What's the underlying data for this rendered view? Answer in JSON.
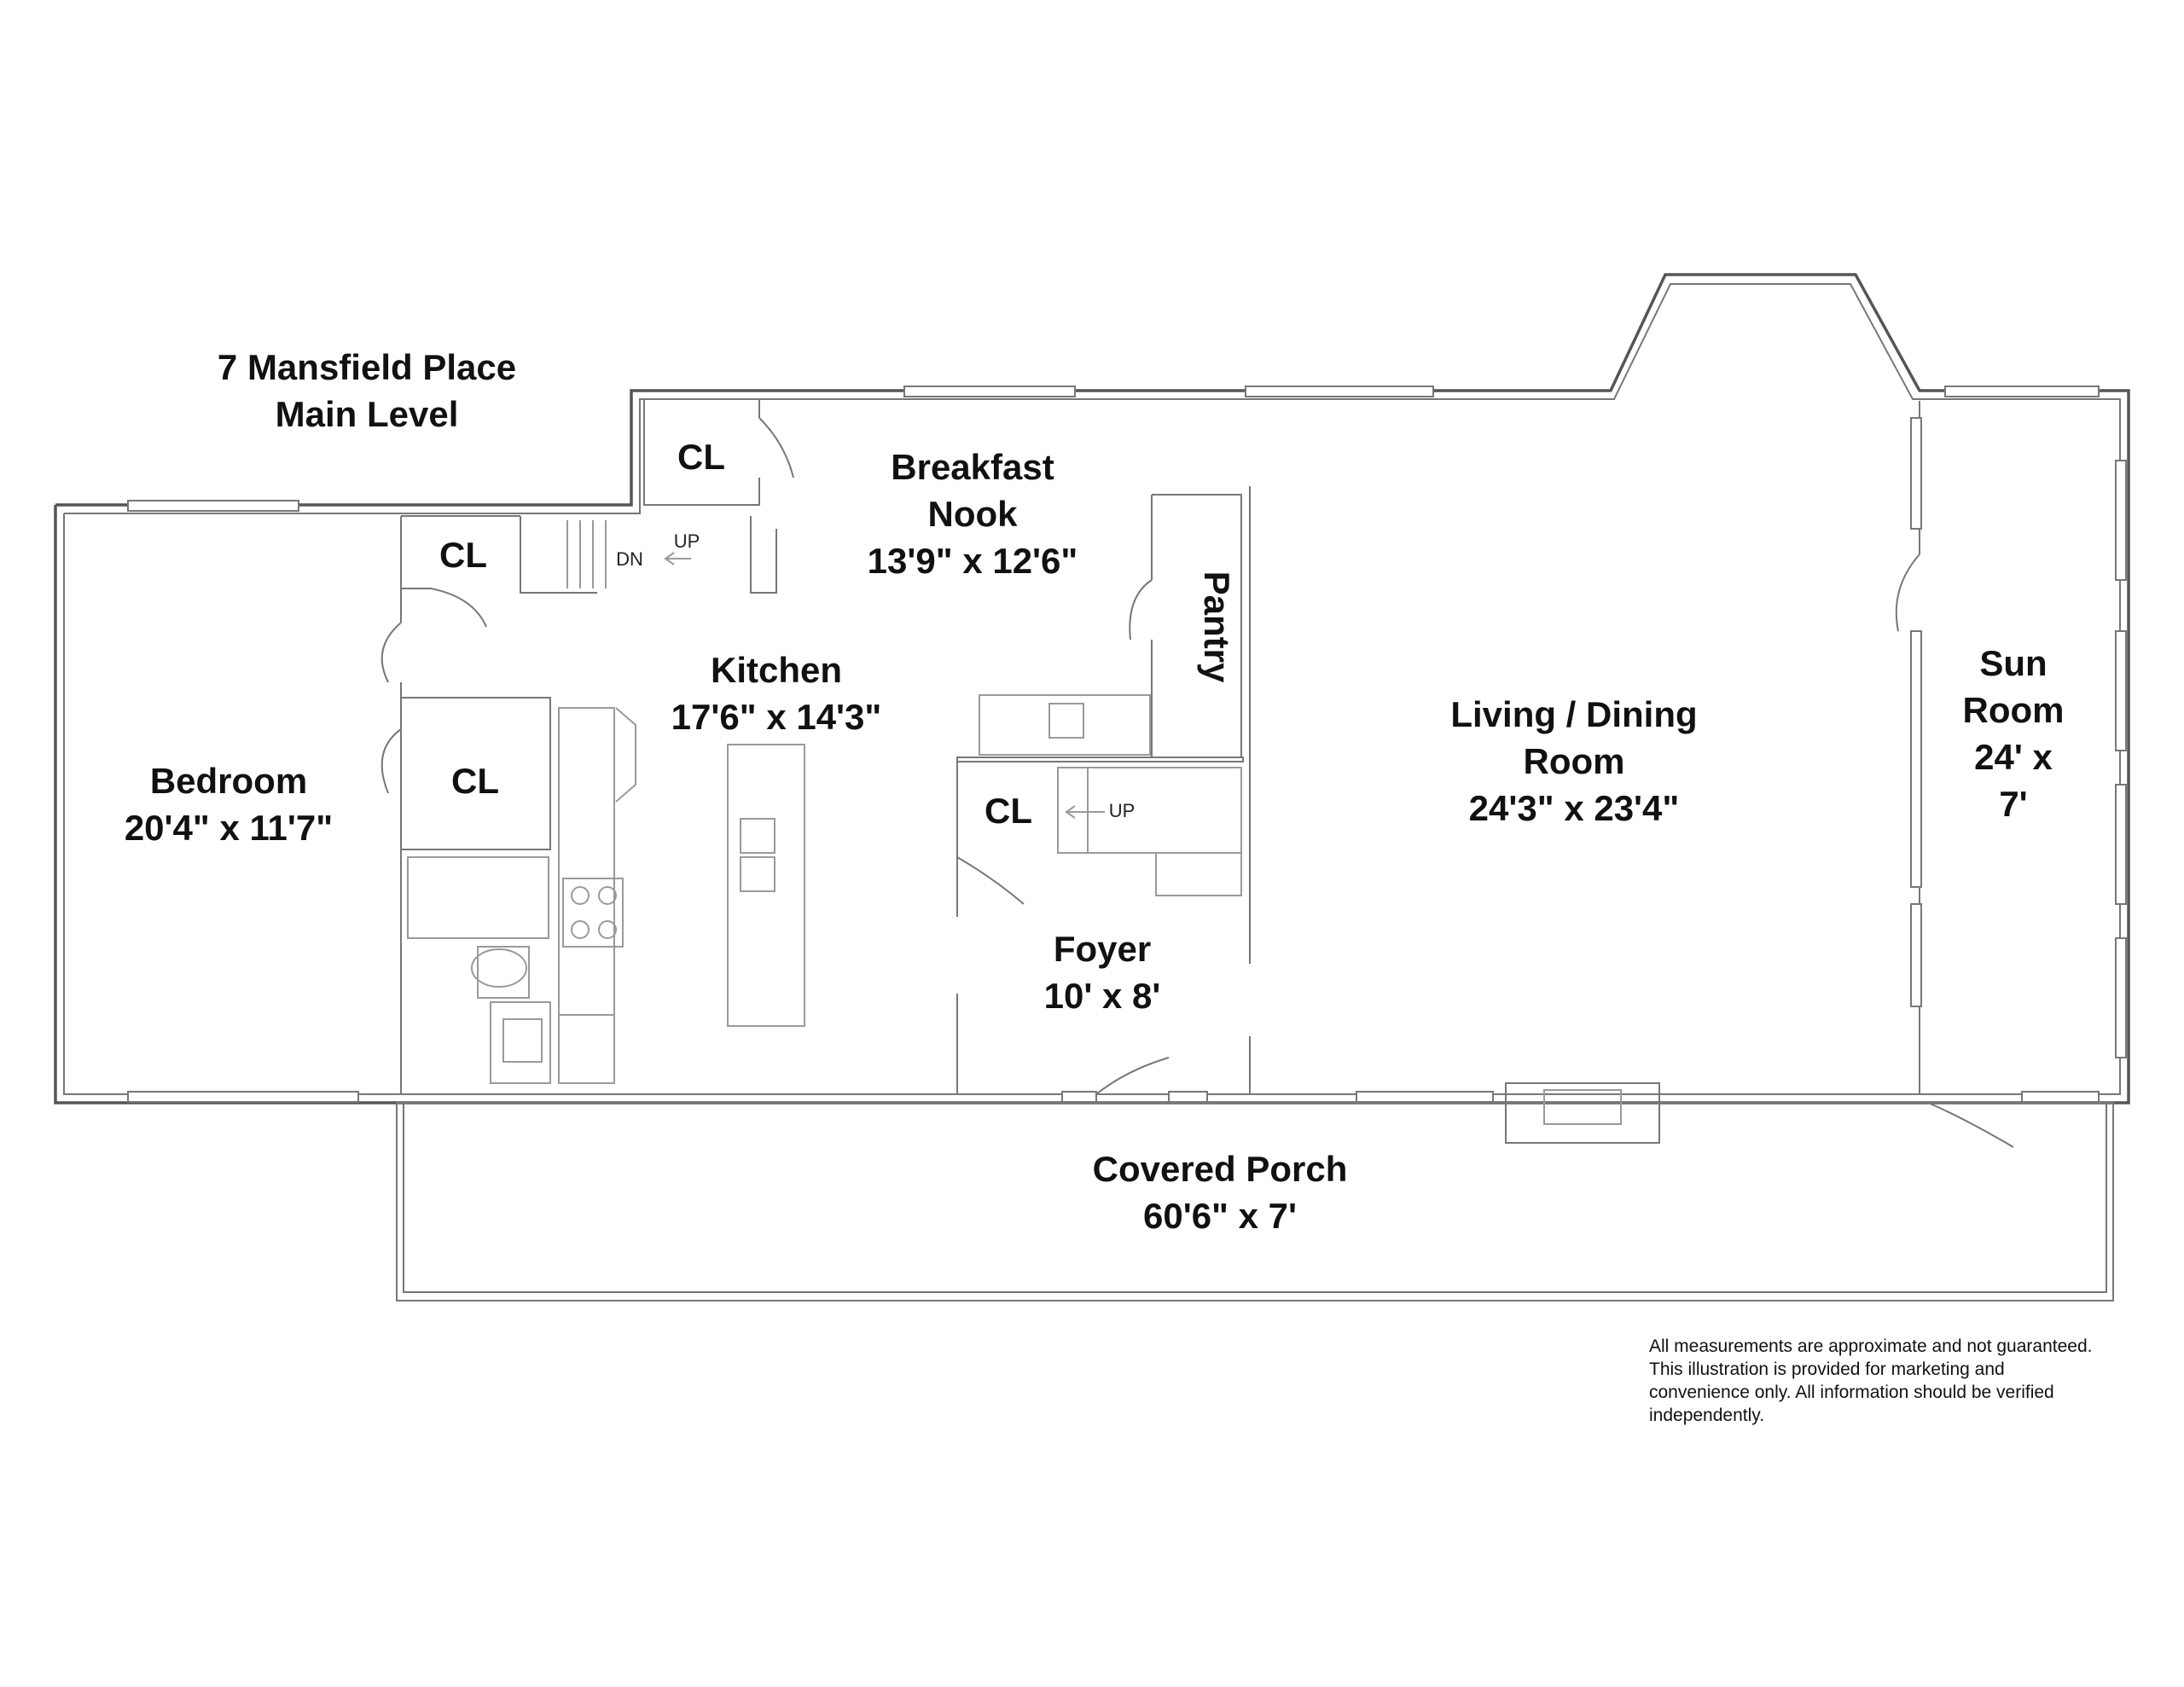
{
  "title": {
    "line1": "7 Mansfield Place",
    "line2": "Main Level"
  },
  "rooms": {
    "bedroom": {
      "name": "Bedroom",
      "dims": "20'4\" x 11'7\""
    },
    "kitchen": {
      "name": "Kitchen",
      "dims": "17'6\" x 14'3\""
    },
    "breakfast_nook": {
      "name1": "Breakfast",
      "name2": "Nook",
      "dims": "13'9\" x 12'6\""
    },
    "pantry": {
      "name": "Pantry"
    },
    "living_dining": {
      "name1": "Living / Dining",
      "name2": "Room",
      "dims": "24'3\" x 23'4\""
    },
    "sun_room": {
      "name1": "Sun",
      "name2": "Room",
      "dims1": "24' x",
      "dims2": "7'"
    },
    "foyer": {
      "name": "Foyer",
      "dims": "10' x 8'"
    },
    "covered_porch": {
      "name": "Covered Porch",
      "dims": "60'6\" x 7'"
    }
  },
  "closets": {
    "top": "CL",
    "upper_left": "CL",
    "middle_left": "CL",
    "foyer": "CL"
  },
  "stairs": {
    "down": "DN",
    "up_top": "UP",
    "up_foyer": "UP"
  },
  "disclaimer": "All measurements are approximate and not guaranteed. This illustration is provided for marketing and convenience only. All information should be verified independently."
}
